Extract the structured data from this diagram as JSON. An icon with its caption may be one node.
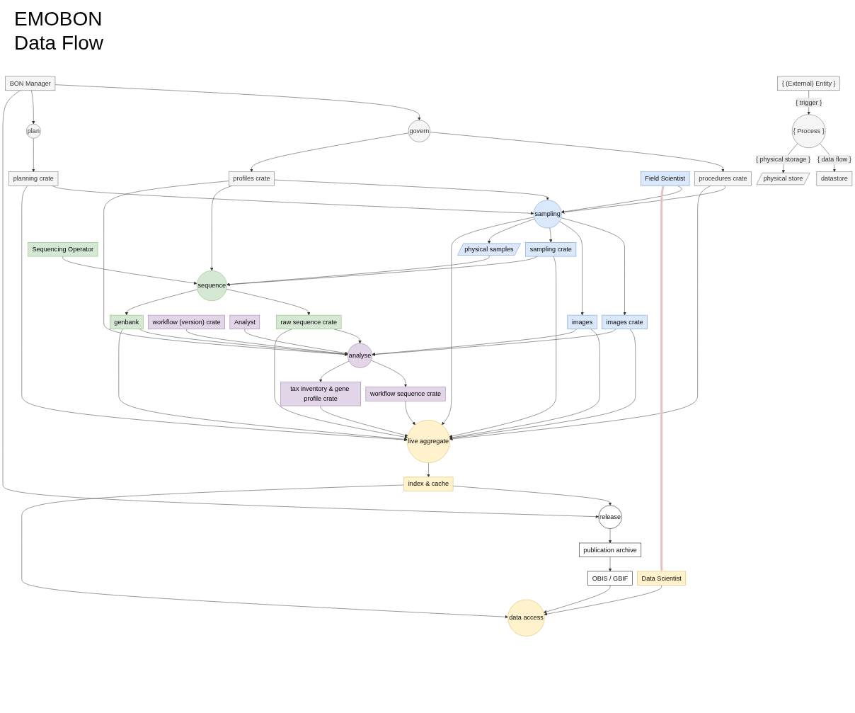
{
  "diagram": {
    "title": "EMOBON Data Flow",
    "nodes": [
      {
        "text": [
          "BON Manager"
        ]
      },
      {
        "text": [
          "govern"
        ]
      },
      {
        "text": [
          "plan"
        ]
      },
      {
        "text": [
          "release"
        ]
      },
      {
        "text": [
          "procedures crate"
        ]
      },
      {
        "text": [
          "planning crate"
        ]
      },
      {
        "text": [
          "publication archive"
        ]
      },
      {
        "text": [
          "OBIS / GBIF"
        ]
      },
      {
        "text": [
          "profiles crate"
        ]
      },
      {
        "text": [
          "sampling"
        ]
      },
      {
        "text": [
          "images crate"
        ]
      },
      {
        "text": [
          "images"
        ]
      },
      {
        "text": [
          "sampling crate"
        ]
      },
      {
        "text": [
          "physical samples"
        ]
      },
      {
        "text": [
          "Field Scientist"
        ]
      },
      {
        "text": [
          "sequence"
        ]
      },
      {
        "text": [
          "Sequencing Operator"
        ]
      },
      {
        "text": [
          "raw sequence crate"
        ]
      },
      {
        "text": [
          "genbank"
        ]
      },
      {
        "text": [
          "live aggregate"
        ]
      },
      {
        "text": [
          "workflow sequence crate"
        ]
      },
      {
        "text": [
          "tax inventory & gene profile crate"
        ]
      },
      {
        "text": [
          "workflow (version) crate"
        ]
      },
      {
        "text": [
          "analyse"
        ]
      },
      {
        "text": [
          "Analyst"
        ]
      },
      {
        "text": [
          "index & cache"
        ]
      },
      {
        "text": [
          "data access"
        ]
      },
      {
        "text": [
          "Data Scientist"
        ]
      },
      {
        "text": [
          "{ (External) Entity }"
        ]
      },
      {
        "text": [
          "{ Process }"
        ]
      },
      {
        "text": [
          "datastore"
        ]
      },
      {
        "text": [
          "physical store"
        ]
      }
    ],
    "edges": [
      {
        "from": 0,
        "to": 1,
        "arrow": "to"
      },
      {
        "from": 0,
        "to": 2,
        "arrow": "to"
      },
      {
        "from": 0,
        "to": 3,
        "arrow": "to"
      },
      {
        "from": 1,
        "to": 4,
        "arrow": "to"
      },
      {
        "from": 1,
        "to": 8,
        "arrow": "to"
      },
      {
        "from": 2,
        "to": 5,
        "arrow": "to"
      },
      {
        "from": 3,
        "to": 6,
        "arrow": "to"
      },
      {
        "from": 25,
        "to": 3,
        "arrow": "to"
      },
      {
        "from": 6,
        "to": 7,
        "arrow": "to"
      },
      {
        "from": 7,
        "to": 26,
        "arrow": "to"
      },
      {
        "from": 8,
        "to": 9,
        "arrow": "to"
      },
      {
        "from": 8,
        "to": 15,
        "arrow": "to"
      },
      {
        "from": 8,
        "to": 23,
        "arrow": "to"
      },
      {
        "from": 14,
        "to": 9,
        "arrow": "to"
      },
      {
        "from": 4,
        "to": 9,
        "arrow": "to"
      },
      {
        "from": 5,
        "to": 9,
        "arrow": "to"
      },
      {
        "from": 9,
        "to": 10,
        "arrow": "to"
      },
      {
        "from": 9,
        "to": 11,
        "arrow": "to"
      },
      {
        "from": 9,
        "to": 12,
        "arrow": "to"
      },
      {
        "from": 9,
        "to": 13,
        "arrow": "to"
      },
      {
        "from": 9,
        "to": 19,
        "arrow": "to"
      },
      {
        "from": 4,
        "to": 19,
        "arrow": "to"
      },
      {
        "from": 5,
        "to": 19,
        "arrow": "to"
      },
      {
        "from": 10,
        "to": 19,
        "arrow": "to"
      },
      {
        "from": 11,
        "to": 19,
        "arrow": "to"
      },
      {
        "from": 12,
        "to": 19,
        "arrow": "to"
      },
      {
        "from": 10,
        "to": 23,
        "arrow": "to"
      },
      {
        "from": 11,
        "to": 23,
        "arrow": "to"
      },
      {
        "from": 13,
        "to": 15,
        "arrow": "to"
      },
      {
        "from": 12,
        "to": 15,
        "arrow": "to"
      },
      {
        "from": 16,
        "to": 15,
        "arrow": "to"
      },
      {
        "from": 15,
        "to": 17,
        "arrow": "to"
      },
      {
        "from": 15,
        "to": 18,
        "arrow": "to"
      },
      {
        "from": 17,
        "to": 23,
        "arrow": "to"
      },
      {
        "from": 18,
        "to": 23,
        "arrow": "to"
      },
      {
        "from": 17,
        "to": 19,
        "arrow": "to"
      },
      {
        "from": 18,
        "to": 19,
        "arrow": "to"
      },
      {
        "from": 20,
        "to": 19,
        "arrow": "to"
      },
      {
        "from": 21,
        "to": 19,
        "arrow": "to"
      },
      {
        "from": 23,
        "to": 20,
        "arrow": "to"
      },
      {
        "from": 23,
        "to": 21,
        "arrow": "to"
      },
      {
        "from": 22,
        "to": 23,
        "arrow": "to"
      },
      {
        "from": 24,
        "to": 23,
        "arrow": "to"
      },
      {
        "from": 19,
        "to": 25,
        "arrow": "to"
      },
      {
        "from": 25,
        "to": 26,
        "arrow": "to"
      },
      {
        "from": 27,
        "to": 26,
        "arrow": "to"
      },
      {
        "from": 14,
        "to": 27,
        "arrow": "to",
        "style": "thick",
        "color": "#e6c3c3"
      },
      {
        "from": 28,
        "to": 29,
        "label": "{ trigger }",
        "arrow": "to"
      },
      {
        "from": 29,
        "to": 30,
        "label": "{ data flow }",
        "arrow": "to"
      },
      {
        "from": 29,
        "to": 31,
        "label": "{ physical storage }",
        "arrow": "to"
      }
    ]
  }
}
